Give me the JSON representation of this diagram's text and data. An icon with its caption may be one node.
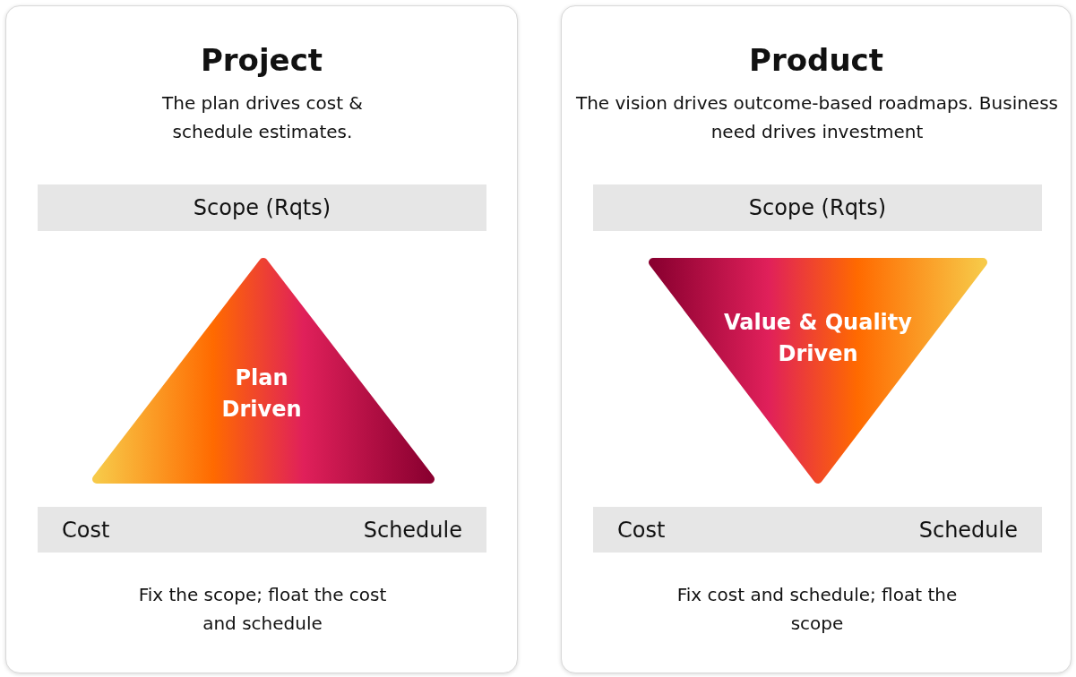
{
  "diagram": {
    "nodes": [
      {
        "text": [
          "Project",
          "The plan drives cost & schedule estimates.",
          "Fix the scope; float the cost and schedule"
        ]
      },
      {
        "text": [
          "Scope (Rqts)"
        ],
        "in": 0
      },
      {
        "text": [
          "Plan Driven"
        ],
        "in": 0
      },
      {
        "text": [
          "Cost",
          "Schedule"
        ],
        "in": 0
      },
      {
        "text": [
          "Product",
          "The vision drives outcome-based roadmaps. Business need drives investment",
          "Fix cost and schedule; float the scope"
        ]
      },
      {
        "text": [
          "Scope (Rqts)"
        ],
        "in": 4
      },
      {
        "text": [
          "Value & Quality Driven"
        ],
        "in": 4
      },
      {
        "text": [
          "Cost",
          "Schedule"
        ],
        "in": 4
      }
    ]
  }
}
